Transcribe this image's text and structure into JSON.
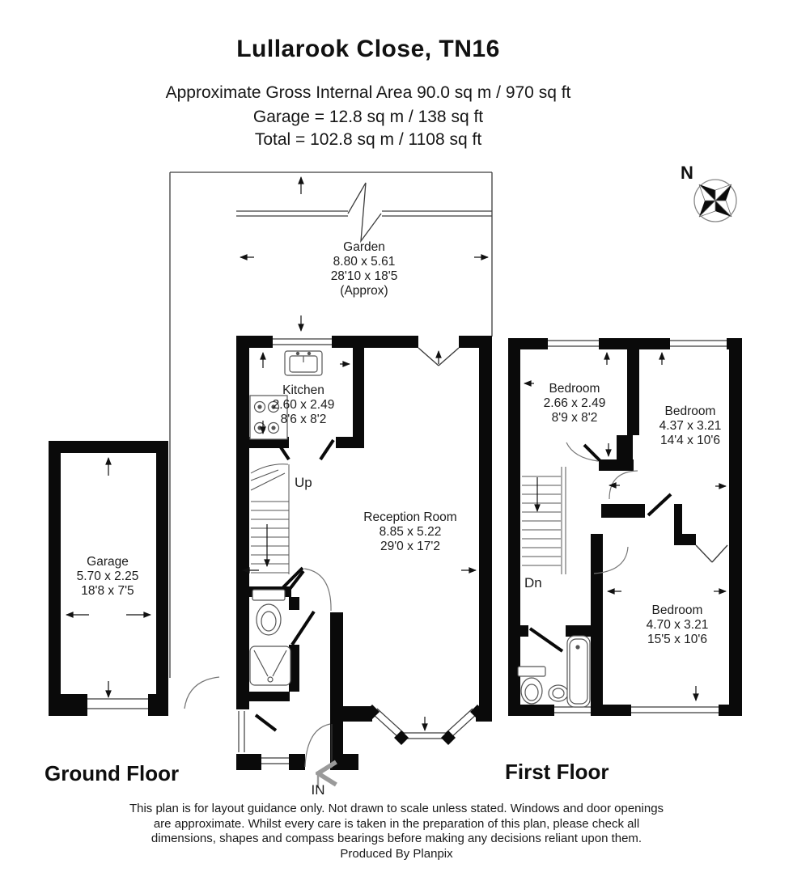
{
  "header": {
    "title": "Lullarook Close, TN16",
    "area_line": "Approximate Gross Internal Area 90.0 sq m / 970 sq ft",
    "garage_line": "Garage = 12.8 sq m / 138 sq ft",
    "total_line": "Total = 102.8 sq m / 1108 sq ft"
  },
  "compass": {
    "north_label": "N"
  },
  "ground_floor": {
    "label": "Ground Floor",
    "garden": {
      "name": "Garden",
      "metric": "8.80 x 5.61",
      "imperial": "28'10 x 18'5",
      "note": "(Approx)"
    },
    "kitchen": {
      "name": "Kitchen",
      "metric": "2.60 x 2.49",
      "imperial": "8'6 x 8'2"
    },
    "reception": {
      "name": "Reception Room",
      "metric": "8.85 x 5.22",
      "imperial": "29'0 x 17'2"
    },
    "garage": {
      "name": "Garage",
      "metric": "5.70 x 2.25",
      "imperial": "18'8 x 7'5"
    },
    "stairs_label": "Up",
    "entrance_label": "IN"
  },
  "first_floor": {
    "label": "First Floor",
    "bedroom_small": {
      "name": "Bedroom",
      "metric": "2.66 x 2.49",
      "imperial": "8'9 x 8'2"
    },
    "bedroom_right": {
      "name": "Bedroom",
      "metric": "4.37 x 3.21",
      "imperial": "14'4 x 10'6"
    },
    "bedroom_bottom": {
      "name": "Bedroom",
      "metric": "4.70 x 3.21",
      "imperial": "15'5 x 10'6"
    },
    "stairs_label": "Dn"
  },
  "footer": {
    "disclaimer_lines": [
      "This plan is for layout guidance only. Not drawn to scale unless stated. Windows and door openings",
      "are approximate. Whilst every care is taken in the preparation of this plan, please check all",
      "dimensions, shapes and compass bearings before making any decisions reliant upon them."
    ],
    "credit": "Produced By Planpix"
  }
}
